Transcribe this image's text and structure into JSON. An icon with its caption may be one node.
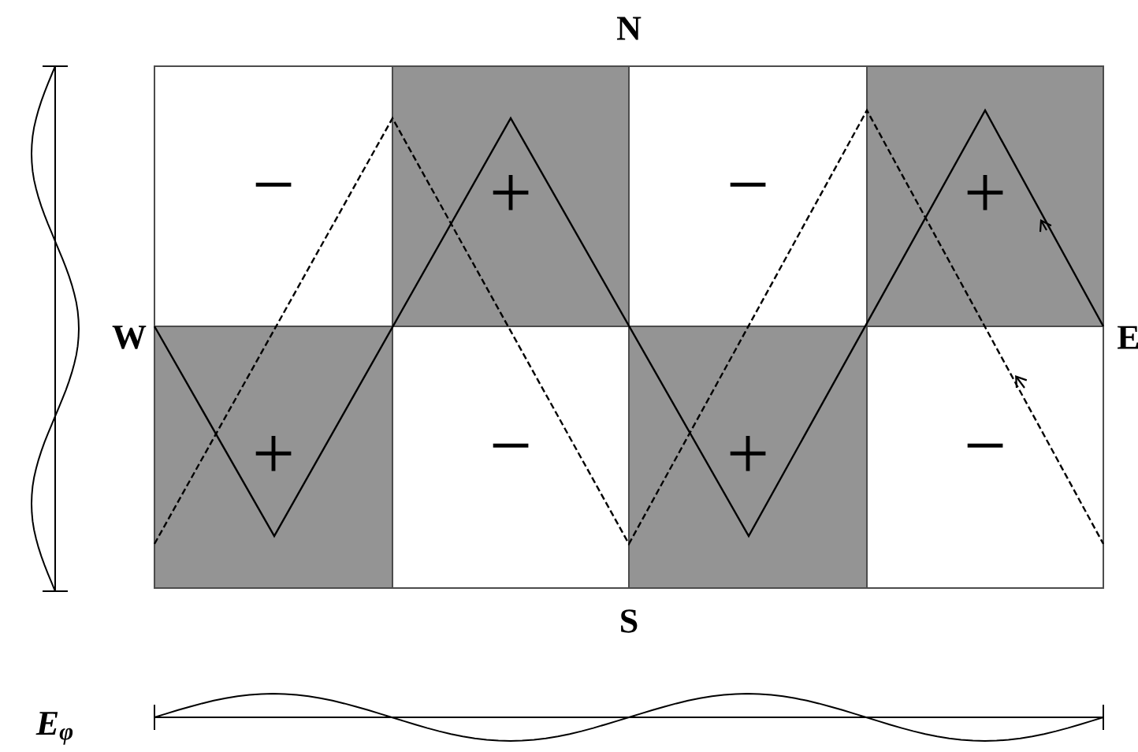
{
  "diagram": {
    "nodes": [
      {
        "text": [
          "−"
        ]
      },
      {
        "text": [
          "+"
        ]
      },
      {
        "text": [
          "−"
        ]
      },
      {
        "text": [
          "+"
        ]
      },
      {
        "text": [
          "+"
        ]
      },
      {
        "text": [
          "−"
        ]
      },
      {
        "text": [
          "+"
        ]
      },
      {
        "text": [
          "−"
        ]
      }
    ],
    "labels": [
      "N",
      "W",
      "E",
      "S",
      "E$_{φ}$"
    ]
  }
}
